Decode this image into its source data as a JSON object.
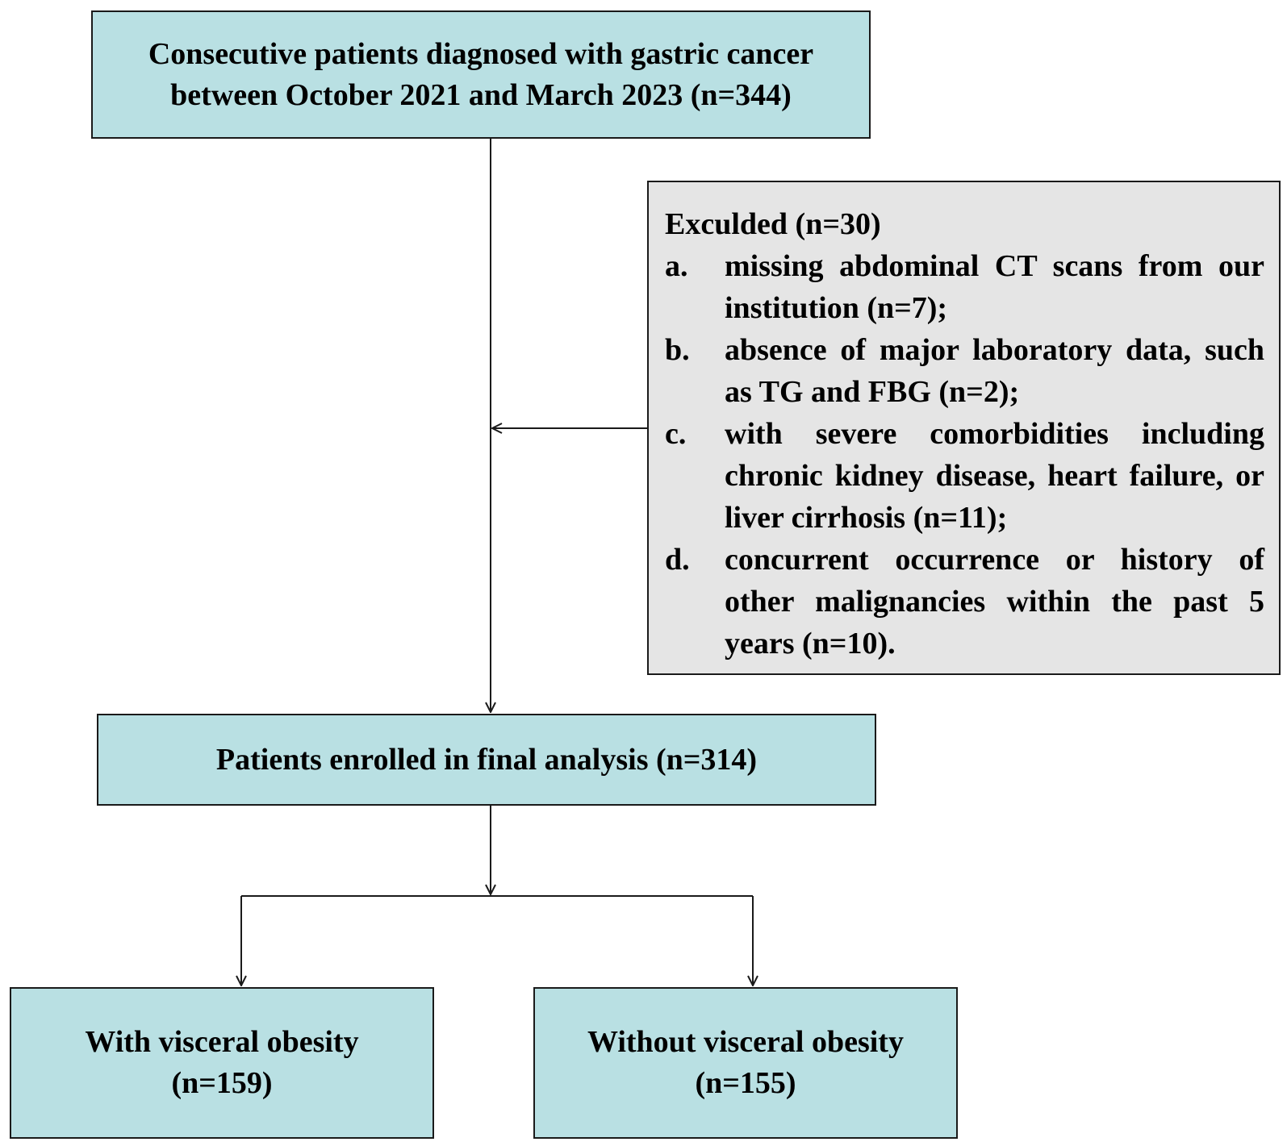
{
  "boxes": {
    "screened": {
      "line1": "Consecutive patients diagnosed with gastric cancer",
      "line2": "between October 2021 and March 2023 (n=344)"
    },
    "excluded": {
      "title": "Exculded (n=30)",
      "items": [
        {
          "letter": "a.",
          "text": "missing abdominal CT scans from our institution (n=7);"
        },
        {
          "letter": "b.",
          "text": "absence of major laboratory data, such as TG and FBG (n=2);"
        },
        {
          "letter": "c.",
          "text": "with severe comorbidities including chronic kidney disease, heart failure, or liver cirrhosis (n=11);"
        },
        {
          "letter": "d.",
          "text": "concurrent occurrence or history of other malignancies within the past 5 years (n=10)."
        }
      ]
    },
    "enrolled": {
      "text": "Patients enrolled in final analysis (n=314)"
    },
    "with_obesity": {
      "line1": "With visceral obesity",
      "line2": "(n=159)"
    },
    "without_obesity": {
      "line1": "Without visceral obesity",
      "line2": "(n=155)"
    }
  },
  "colors": {
    "teal_fill": "#b9e0e3",
    "gray_fill": "#e5e5e5",
    "stroke": "#1a1a1a"
  }
}
